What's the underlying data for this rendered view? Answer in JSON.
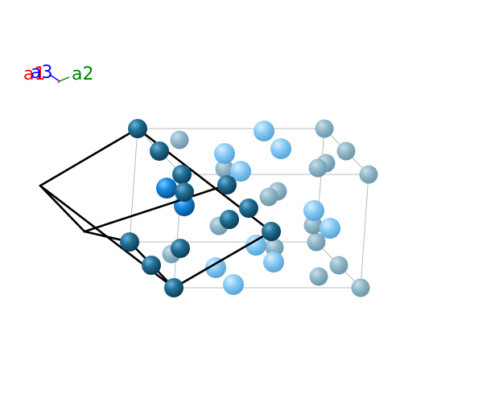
{
  "axes": {
    "a1": {
      "label": "a1",
      "color": "#ff0000"
    },
    "a2": {
      "label": "a2",
      "color": "#008000"
    },
    "a3": {
      "label": "a3",
      "color": "#0000ff"
    }
  },
  "colors": {
    "primitive_cell_edge": "#000000",
    "conventional_cell_edge": "#bbbbbb",
    "atom_dark": "#1f6b8f",
    "atom_bright": "#1a86d8",
    "atom_light": "#7ec4f2",
    "atom_faded": "#8fb8cc"
  }
}
